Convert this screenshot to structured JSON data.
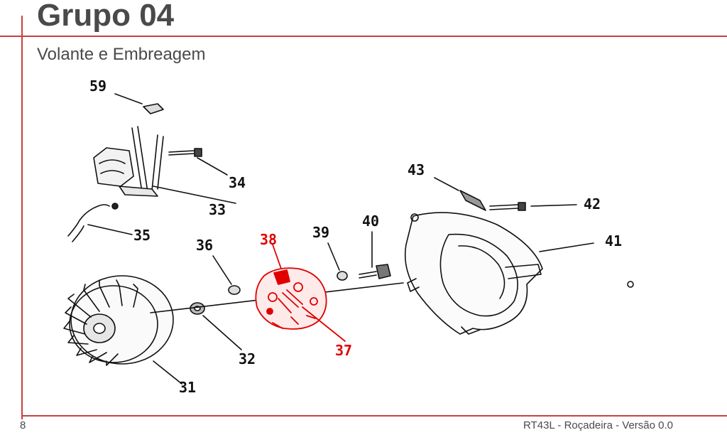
{
  "header": {
    "title": "Grupo 04",
    "subtitle": "Volante e Embreagem"
  },
  "footer": {
    "page_number": "8",
    "document": "RT43L - Roçadeira  - Versão 0.0"
  },
  "diagram": {
    "highlight_color": "#e00000",
    "line_color": "#c8403f",
    "labels": {
      "p59": "59",
      "p34": "34",
      "p33": "33",
      "p35": "35",
      "p36": "36",
      "p38": "38",
      "p39": "39",
      "p40": "40",
      "p43": "43",
      "p42": "42",
      "p41": "41",
      "p37": "37",
      "p32": "32",
      "p31": "31"
    }
  }
}
